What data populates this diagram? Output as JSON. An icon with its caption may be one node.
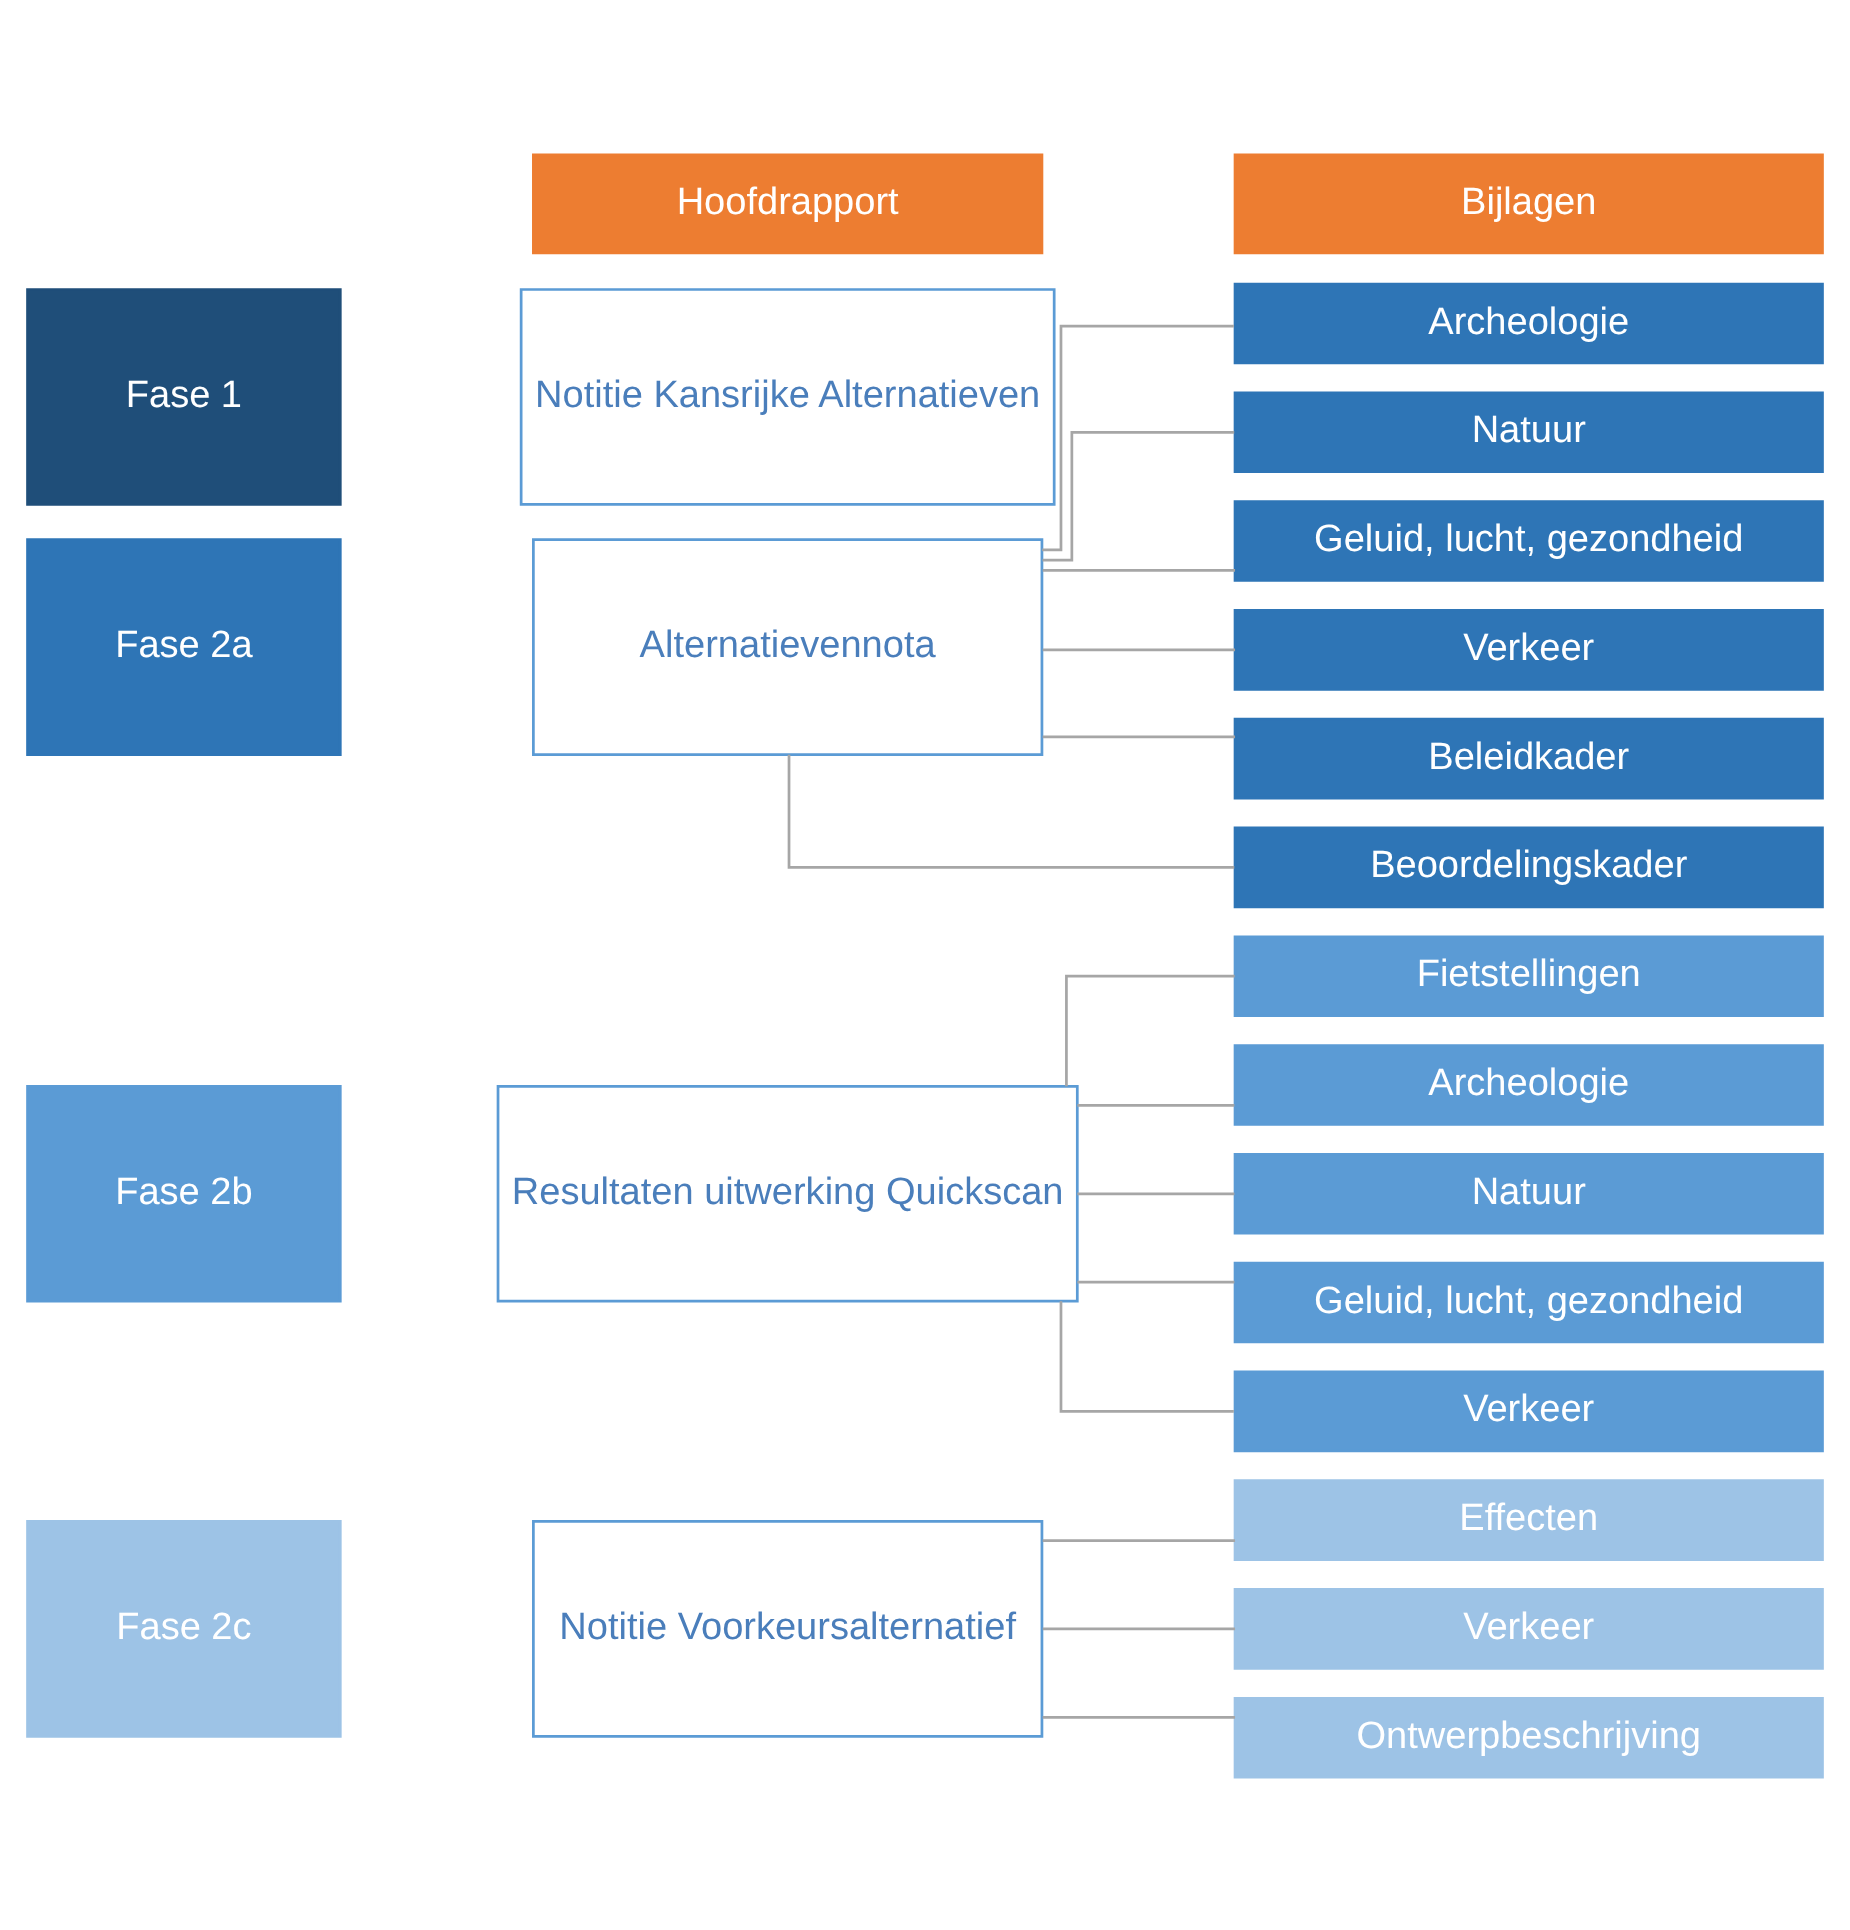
{
  "diagram": {
    "nodes": [
      {
        "text": [
          "Hoofdrapport"
        ]
      },
      {
        "text": [
          "Bijlagen"
        ]
      },
      {
        "text": [
          "Fase 1"
        ]
      },
      {
        "text": [
          "Notitie Kansrijke Alternatieven"
        ]
      },
      {
        "text": [
          "Fase 2a"
        ]
      },
      {
        "text": [
          "Alternatievennota"
        ]
      },
      {
        "text": [
          "Beoordelingskader"
        ]
      },
      {
        "text": [
          "Beleidkader"
        ]
      },
      {
        "text": [
          "Verkeer"
        ]
      },
      {
        "text": [
          "Geluid, lucht, gezondheid"
        ]
      },
      {
        "text": [
          "Natuur"
        ]
      },
      {
        "text": [
          "Archeologie"
        ]
      },
      {
        "text": [
          "Fase 2b"
        ]
      },
      {
        "text": [
          "Resultaten uitwerking Quickscan"
        ]
      },
      {
        "text": [
          "Verkeer"
        ]
      },
      {
        "text": [
          "Geluid, lucht, gezondheid"
        ]
      },
      {
        "text": [
          "Natuur"
        ]
      },
      {
        "text": [
          "Archeologie"
        ]
      },
      {
        "text": [
          "Fietstellingen"
        ]
      },
      {
        "text": [
          "Fase 2c"
        ]
      },
      {
        "text": [
          "Notitie Voorkeursalternatief"
        ]
      },
      {
        "text": [
          "Ontwerpbeschrijving"
        ]
      },
      {
        "text": [
          "Verkeer"
        ]
      },
      {
        "text": [
          "Effecten"
        ]
      }
    ],
    "edges": [
      {
        "from": 5,
        "to": 6,
        "arrow": "none"
      },
      {
        "from": 5,
        "to": 7,
        "arrow": "none"
      },
      {
        "from": 5,
        "to": 8,
        "arrow": "none"
      },
      {
        "from": 5,
        "to": 9,
        "arrow": "none"
      },
      {
        "from": 5,
        "to": 10,
        "arrow": "none"
      },
      {
        "from": 5,
        "to": 11,
        "arrow": "none"
      },
      {
        "from": 13,
        "to": 14,
        "arrow": "none"
      },
      {
        "from": 13,
        "to": 15,
        "arrow": "none"
      },
      {
        "from": 13,
        "to": 16,
        "arrow": "none"
      },
      {
        "from": 13,
        "to": 17,
        "arrow": "none"
      },
      {
        "from": 13,
        "to": 18,
        "arrow": "none"
      },
      {
        "from": 20,
        "to": 21,
        "arrow": "none"
      },
      {
        "from": 20,
        "to": 22,
        "arrow": "none"
      },
      {
        "from": 20,
        "to": 23,
        "arrow": "none"
      }
    ]
  }
}
